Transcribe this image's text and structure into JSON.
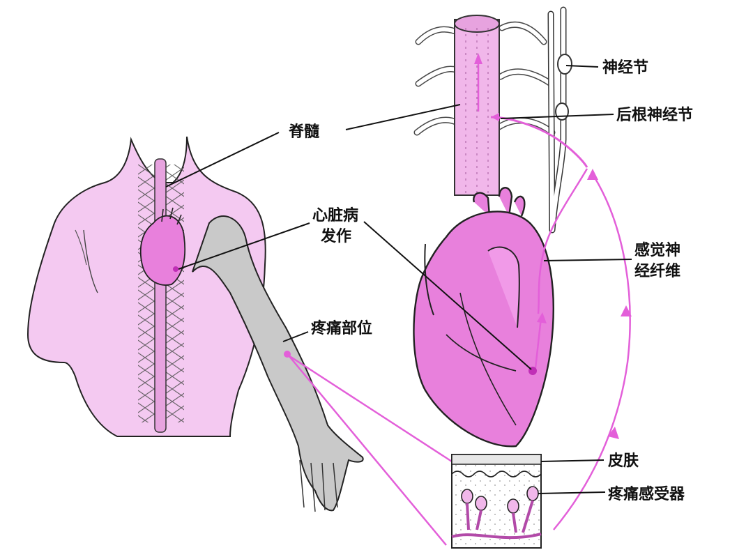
{
  "labels": {
    "ganglion": "神经节",
    "drg": "后根神经节",
    "spinal_cord": "脊髓",
    "heart_attack_1": "心脏病",
    "heart_attack_2": "发作",
    "sensory_fiber_1": "感觉神",
    "sensory_fiber_2": "经纤维",
    "pain_site": "疼痛部位",
    "skin": "皮肤",
    "pain_receptor": "疼痛感受器"
  },
  "colors": {
    "body_skin": "#f4c9f1",
    "spinal_pink": "#e7a3df",
    "heart": "#e880dc",
    "heart_dark": "#d25fc9",
    "arm_gray": "#c9c9c9",
    "pathway": "#e35fd9",
    "outline": "#222222"
  }
}
